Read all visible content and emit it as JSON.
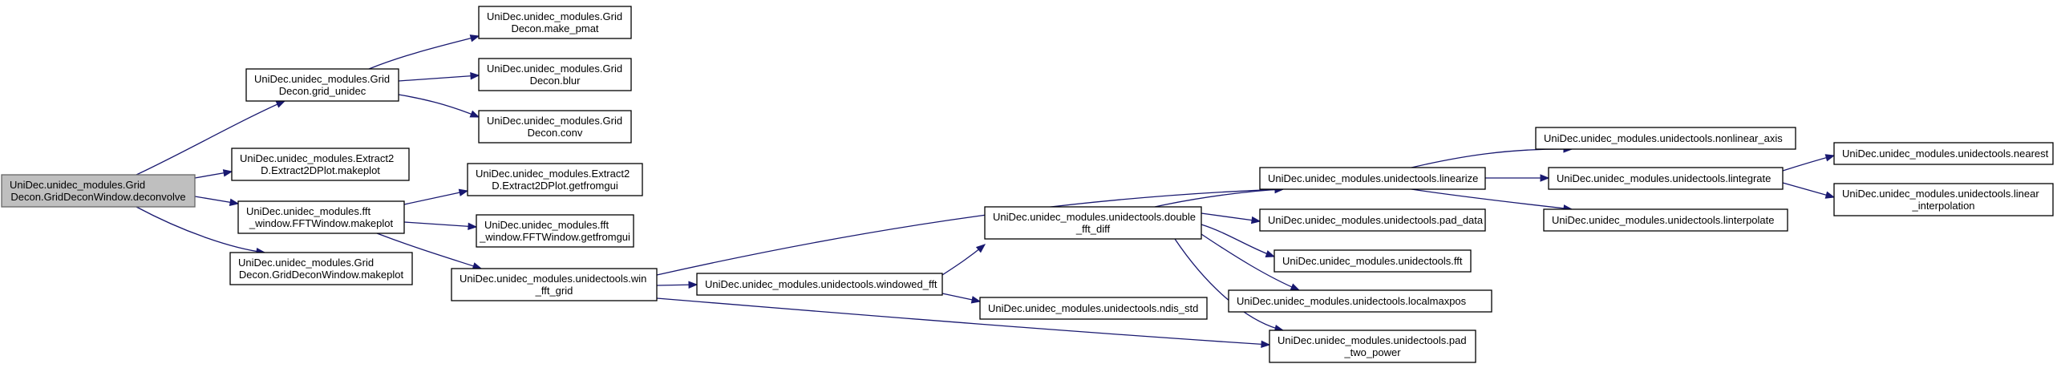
{
  "diagram": {
    "type": "call-graph",
    "colors": {
      "edge": "#191970",
      "root_fill": "#bfbfbf",
      "node_fill": "#ffffff",
      "border": "#000000"
    },
    "nodes": [
      {
        "id": "n0",
        "lines": [
          "UniDec.unidec_modules.Grid",
          "Decon.GridDeconWindow.deconvolve"
        ],
        "root": true
      },
      {
        "id": "n1",
        "lines": [
          "UniDec.unidec_modules.Grid",
          "Decon.grid_unidec"
        ]
      },
      {
        "id": "n2",
        "lines": [
          "UniDec.unidec_modules.Extract2",
          "D.Extract2DPlot.makeplot"
        ]
      },
      {
        "id": "n3",
        "lines": [
          "UniDec.unidec_modules.fft",
          "_window.FFTWindow.makeplot"
        ]
      },
      {
        "id": "n4",
        "lines": [
          "UniDec.unidec_modules.Grid",
          "Decon.GridDeconWindow.makeplot"
        ]
      },
      {
        "id": "n5",
        "lines": [
          "UniDec.unidec_modules.Grid",
          "Decon.make_pmat"
        ]
      },
      {
        "id": "n6",
        "lines": [
          "UniDec.unidec_modules.Grid",
          "Decon.blur"
        ]
      },
      {
        "id": "n7",
        "lines": [
          "UniDec.unidec_modules.Grid",
          "Decon.conv"
        ]
      },
      {
        "id": "n8",
        "lines": [
          "UniDec.unidec_modules.Extract2",
          "D.Extract2DPlot.getfromgui"
        ]
      },
      {
        "id": "n9",
        "lines": [
          "UniDec.unidec_modules.fft",
          "_window.FFTWindow.getfromgui"
        ]
      },
      {
        "id": "n10",
        "lines": [
          "UniDec.unidec_modules.unidectools.win",
          "_fft_grid"
        ]
      },
      {
        "id": "n11",
        "lines": [
          "UniDec.unidec_modules.unidectools.windowed_fft"
        ]
      },
      {
        "id": "n12",
        "lines": [
          "UniDec.unidec_modules.unidectools.double",
          "_fft_diff"
        ]
      },
      {
        "id": "n13",
        "lines": [
          "UniDec.unidec_modules.unidectools.ndis_std"
        ]
      },
      {
        "id": "n14",
        "lines": [
          "UniDec.unidec_modules.unidectools.linearize"
        ]
      },
      {
        "id": "n15",
        "lines": [
          "UniDec.unidec_modules.unidectools.pad_data"
        ]
      },
      {
        "id": "n16",
        "lines": [
          "UniDec.unidec_modules.unidectools.fft"
        ]
      },
      {
        "id": "n17",
        "lines": [
          "UniDec.unidec_modules.unidectools.localmaxpos"
        ]
      },
      {
        "id": "n18",
        "lines": [
          "UniDec.unidec_modules.unidectools.pad",
          "_two_power"
        ]
      },
      {
        "id": "n19",
        "lines": [
          "UniDec.unidec_modules.unidectools.nonlinear_axis"
        ]
      },
      {
        "id": "n20",
        "lines": [
          "UniDec.unidec_modules.unidectools.lintegrate"
        ]
      },
      {
        "id": "n21",
        "lines": [
          "UniDec.unidec_modules.unidectools.linterpolate"
        ]
      },
      {
        "id": "n22",
        "lines": [
          "UniDec.unidec_modules.unidectools.nearest"
        ]
      },
      {
        "id": "n23",
        "lines": [
          "UniDec.unidec_modules.unidectools.linear",
          "_interpolation"
        ]
      }
    ],
    "edges": [
      {
        "from": "n0",
        "to": "n1"
      },
      {
        "from": "n0",
        "to": "n2"
      },
      {
        "from": "n0",
        "to": "n3"
      },
      {
        "from": "n0",
        "to": "n4"
      },
      {
        "from": "n1",
        "to": "n5"
      },
      {
        "from": "n1",
        "to": "n6"
      },
      {
        "from": "n1",
        "to": "n7"
      },
      {
        "from": "n3",
        "to": "n8"
      },
      {
        "from": "n3",
        "to": "n9"
      },
      {
        "from": "n3",
        "to": "n10"
      },
      {
        "from": "n10",
        "to": "n11"
      },
      {
        "from": "n10",
        "to": "n14"
      },
      {
        "from": "n10",
        "to": "n18"
      },
      {
        "from": "n11",
        "to": "n12"
      },
      {
        "from": "n11",
        "to": "n13"
      },
      {
        "from": "n12",
        "to": "n14"
      },
      {
        "from": "n12",
        "to": "n15"
      },
      {
        "from": "n12",
        "to": "n16"
      },
      {
        "from": "n12",
        "to": "n17"
      },
      {
        "from": "n12",
        "to": "n18"
      },
      {
        "from": "n14",
        "to": "n19"
      },
      {
        "from": "n14",
        "to": "n20"
      },
      {
        "from": "n14",
        "to": "n21"
      },
      {
        "from": "n20",
        "to": "n22"
      },
      {
        "from": "n20",
        "to": "n23"
      }
    ]
  }
}
